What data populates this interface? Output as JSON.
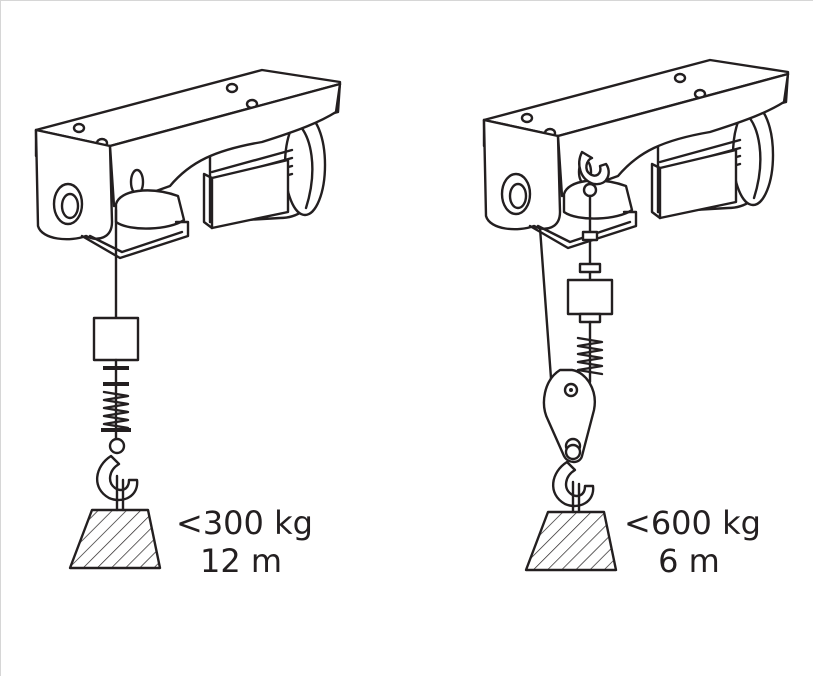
{
  "hoists": [
    {
      "capacity": "<300 kg",
      "lift_height": "12 m",
      "rope_config": "single-line"
    },
    {
      "capacity": "<600 kg",
      "lift_height": "6 m",
      "rope_config": "double-line with pulley block"
    }
  ]
}
